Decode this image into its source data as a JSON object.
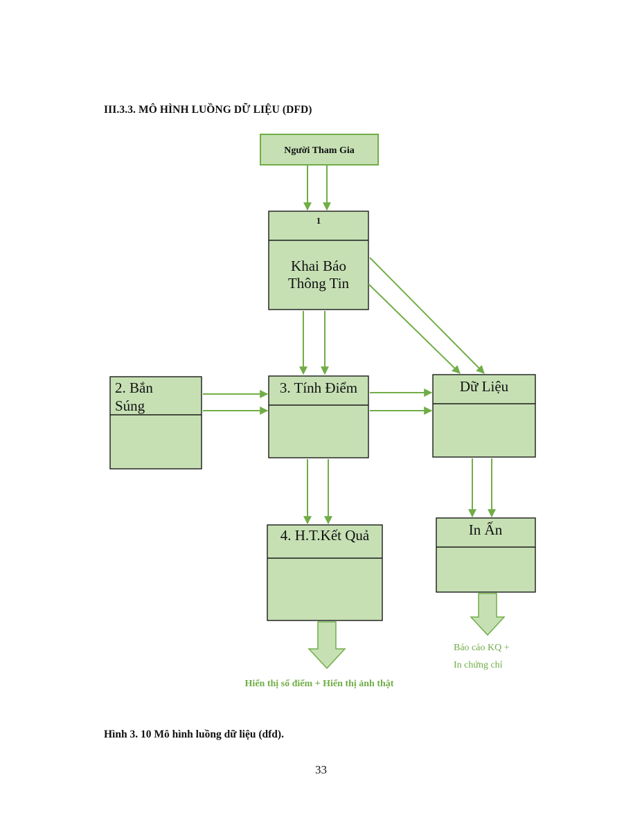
{
  "document": {
    "heading": "III.3.3. MÔ HÌNH LUỒNG DỮ LIỆU (DFD)",
    "caption": "Hình 3. 10 Mô hình luồng dữ liệu (dfd).",
    "page_number": "33"
  },
  "diagram": {
    "entity": {
      "label": "Người Tham Gia"
    },
    "process1": {
      "number": "1",
      "line1": "Khai Báo",
      "line2": "Thông Tin"
    },
    "process2": {
      "line1": "2. Bắn",
      "line2": "Súng"
    },
    "process3": {
      "label": "3. Tính Điểm"
    },
    "process4": {
      "label": "4. H.T.Kết Quả"
    },
    "datastore": {
      "label": "Dữ Liệu"
    },
    "print": {
      "label": "In Ấn"
    },
    "output_results": {
      "label": "Hiển thị số điểm + Hiển thị ảnh thật"
    },
    "output_report": {
      "line1": "Báo cáo KQ +",
      "line2": "In chứng chỉ"
    }
  },
  "colors": {
    "box_fill": "#c6e0b4",
    "arrow_green": "#70ad47",
    "border": "#1a1a1a"
  }
}
